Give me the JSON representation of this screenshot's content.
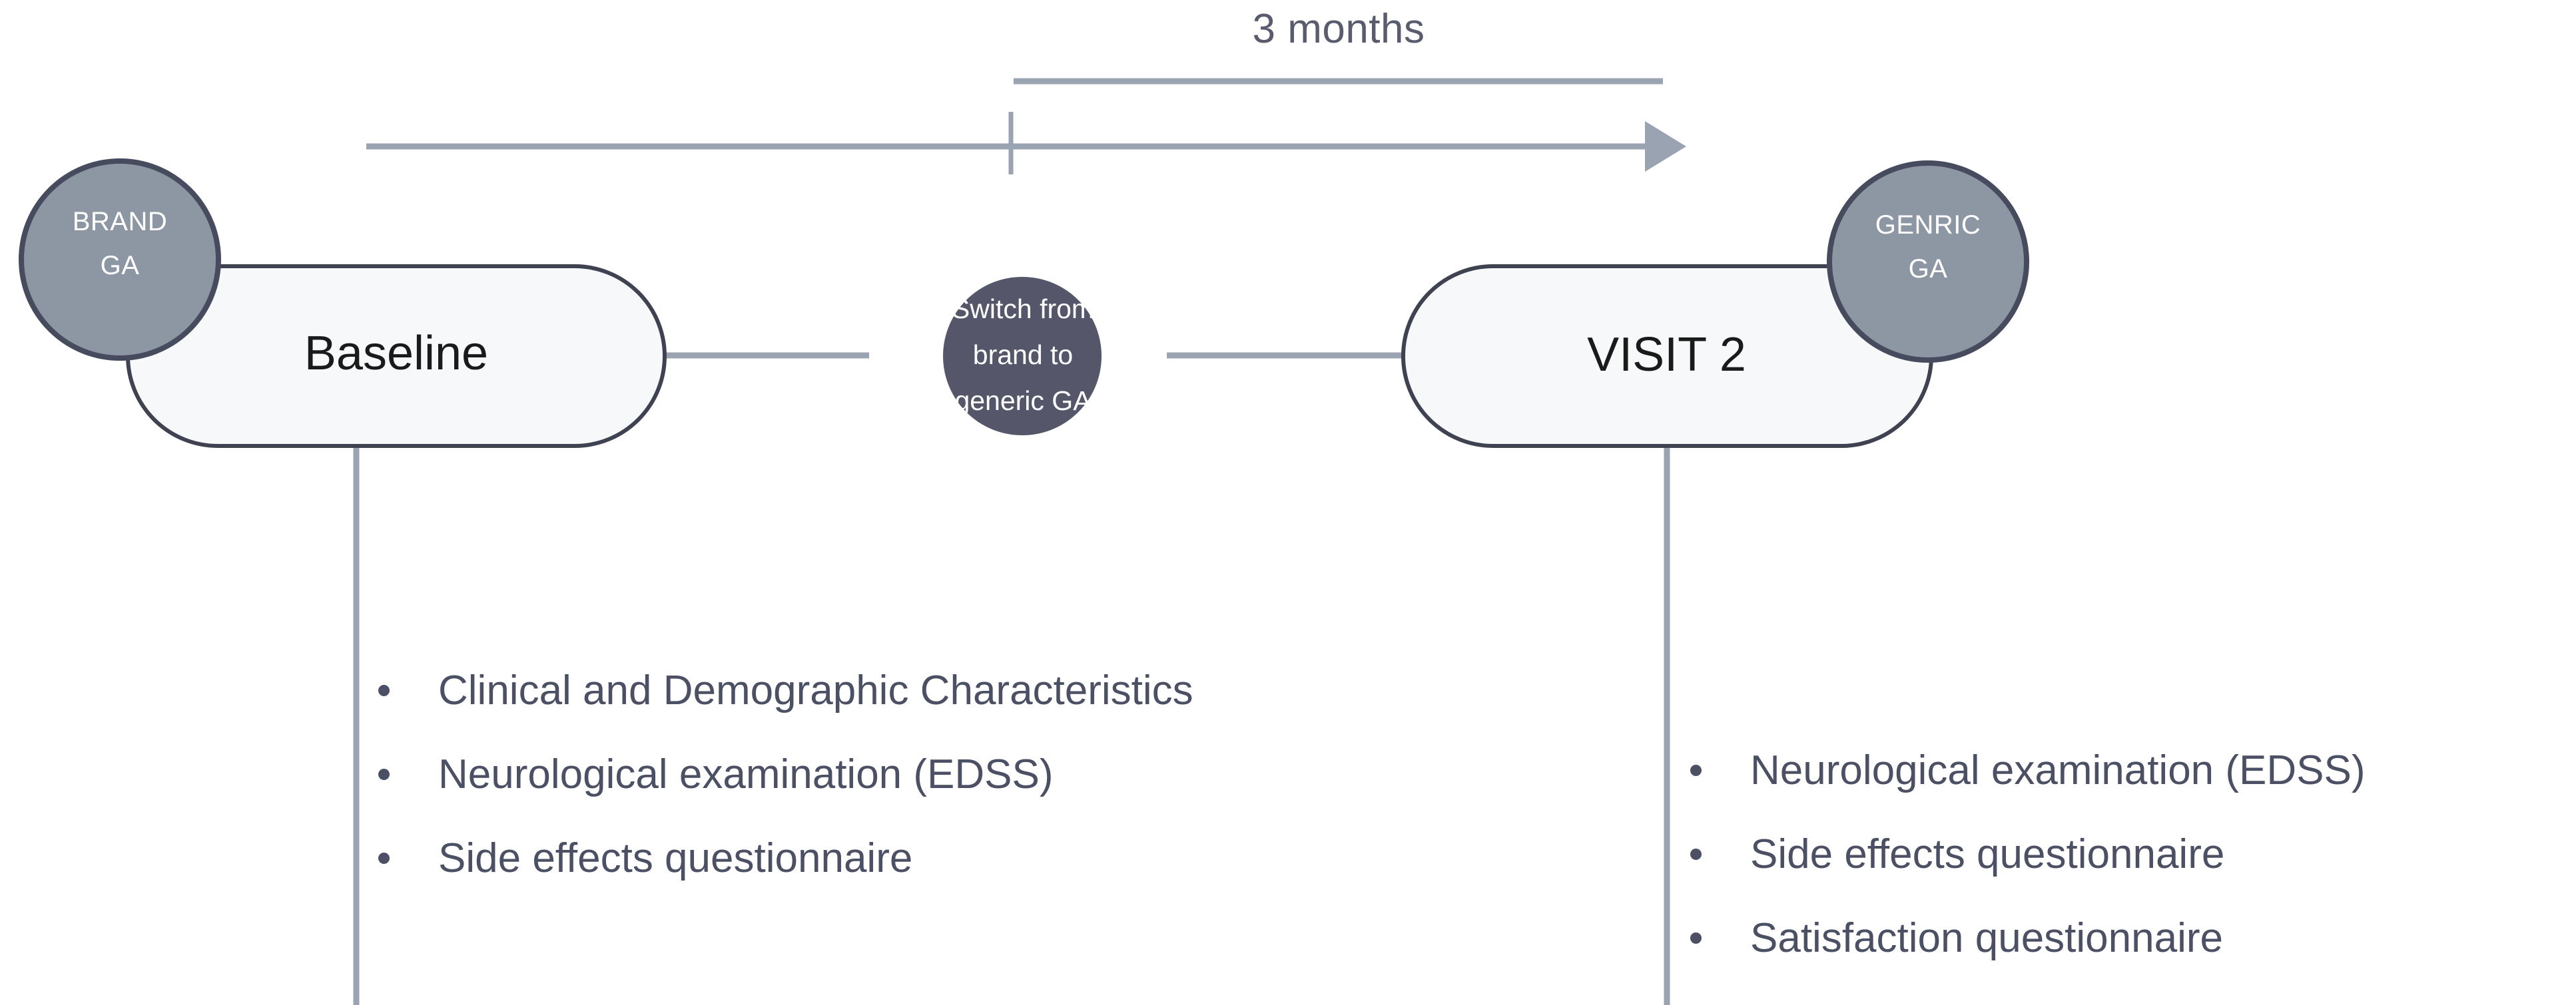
{
  "diagram": {
    "title_text": "3 months",
    "timeline": {
      "duration_label": "3 months",
      "arrow_color": "#9aa3b2",
      "bracket_color": "#9aa3b2"
    },
    "nodes": {
      "brand_badge": {
        "line1": "BRAND",
        "line2": "GA",
        "fill": "#8d96a3",
        "stroke": "#474b5e"
      },
      "baseline_box": {
        "label": "Baseline",
        "fill": "#f7f8f9",
        "stroke": "#3f4250"
      },
      "switch_circle": {
        "line1": "Switch from",
        "line2": "brand to",
        "line3": "generic GA",
        "fill": "#55566a"
      },
      "visit2_box": {
        "label": "VISIT 2",
        "fill": "#f7f8f9",
        "stroke": "#3f4250"
      },
      "generic_badge": {
        "line1": "GENRIC",
        "line2": "GA",
        "fill": "#8d96a3",
        "stroke": "#474b5e"
      }
    },
    "baseline_assessments": {
      "items": [
        "Clinical and Demographic Characteristics",
        "Neurological examination (EDSS)",
        "Side effects questionnaire"
      ]
    },
    "visit2_assessments": {
      "items": [
        "Neurological examination (EDSS)",
        "Side effects questionnaire",
        "Satisfaction questionnaire"
      ]
    },
    "colors": {
      "connector": "#9aa3b2",
      "text_dark": "#4c5064",
      "text_black": "#1a1a1a",
      "text_white": "#ffffff",
      "background": "#ffffff"
    }
  }
}
